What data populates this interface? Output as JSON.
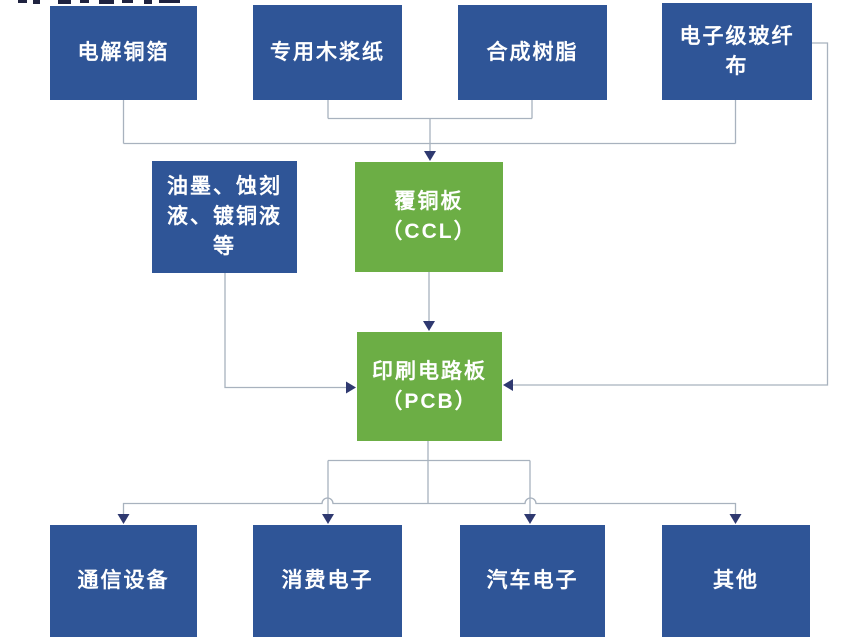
{
  "flowchart": {
    "description_type": "flowchart",
    "direction": "top-down",
    "node_fill_blue": "#2F5597",
    "node_fill_green": "#6CAE45",
    "node_text_color": "#FFFFFF",
    "connector_color": "#A8B2BE",
    "arrow_color": "#2F3970",
    "clipped_text_color": "#1F2340",
    "raw_materials": [
      {
        "label": "电解铜箔"
      },
      {
        "label": "专用木浆纸"
      },
      {
        "label": "合成树脂"
      },
      {
        "label": "电子级玻纤\n布"
      }
    ],
    "auxiliary": {
      "label": "油墨、蚀刻\n液、镀铜液\n等"
    },
    "ccl": {
      "label": "覆铜板\n（CCL）"
    },
    "pcb": {
      "label": "印刷电路板\n（PCB）"
    },
    "applications": [
      {
        "label": "通信设备"
      },
      {
        "label": "消费电子"
      },
      {
        "label": "汽车电子"
      },
      {
        "label": "其他"
      }
    ]
  }
}
